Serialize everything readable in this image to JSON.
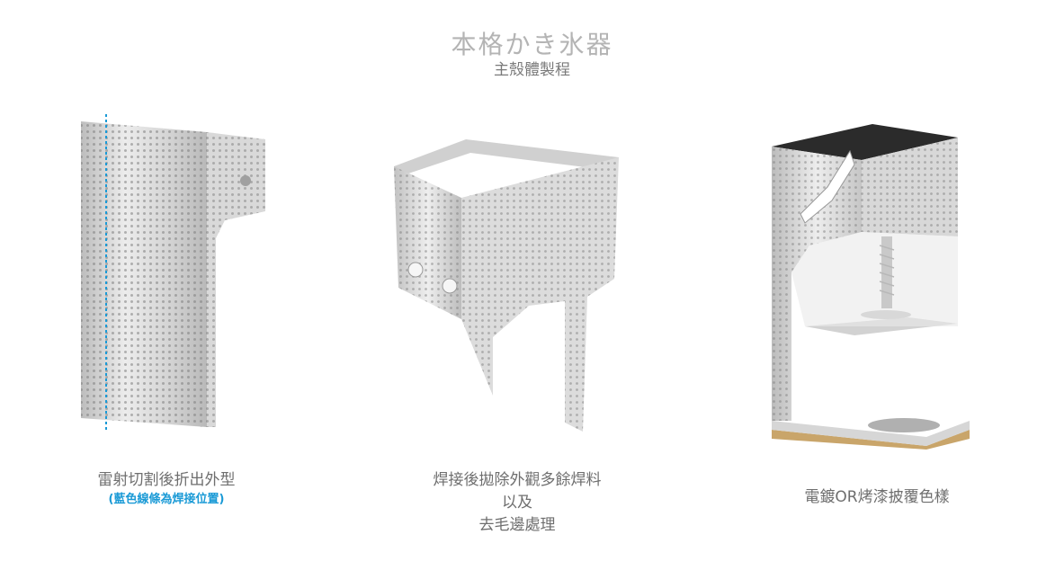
{
  "header": {
    "title": "本格かき氷器",
    "subtitle": "主殼體製程"
  },
  "steps": [
    {
      "caption": "雷射切割後折出外型",
      "note": "(藍色線條為焊接位置)",
      "accent_color": "#1a9ad6"
    },
    {
      "caption_lines": [
        "焊接後拋除外觀多餘焊料",
        "以及",
        "去毛邊處理"
      ]
    },
    {
      "caption": "電鍍OR烤漆披覆色樣"
    }
  ],
  "colors": {
    "metal_light": "#e9e9e9",
    "metal_mid": "#cfcfcf",
    "metal_dark": "#a9a9a9",
    "perforation": "#7d7d7d",
    "cork": "#c9a56a",
    "top_cap": "#2b2b2b"
  }
}
